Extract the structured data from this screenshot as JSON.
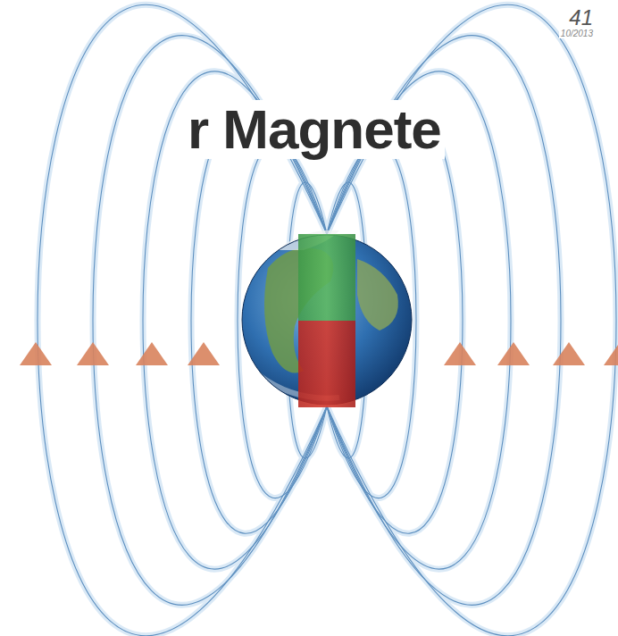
{
  "diagram": {
    "title": "r Magnete",
    "labels": [
      "41",
      "10/2013"
    ]
  }
}
